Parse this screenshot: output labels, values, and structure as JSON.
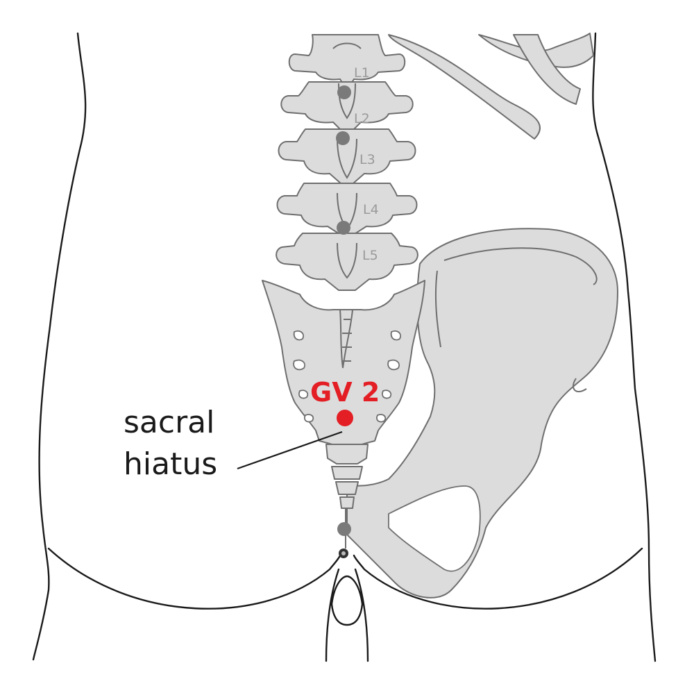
{
  "vertebrae": [
    {
      "label": "L1"
    },
    {
      "label": "L2"
    },
    {
      "label": "L3"
    },
    {
      "label": "L4"
    },
    {
      "label": "L5"
    }
  ],
  "acupoint": {
    "label": "GV 2",
    "color": "#e31e24"
  },
  "annotation": {
    "line1": "sacral",
    "line2": "hiatus"
  },
  "colors": {
    "bone_fill": "#dcdcdc",
    "bone_stroke": "#6e6e6e",
    "body_outline": "#1a1a1a",
    "reference_points": "#7a7a7a"
  }
}
